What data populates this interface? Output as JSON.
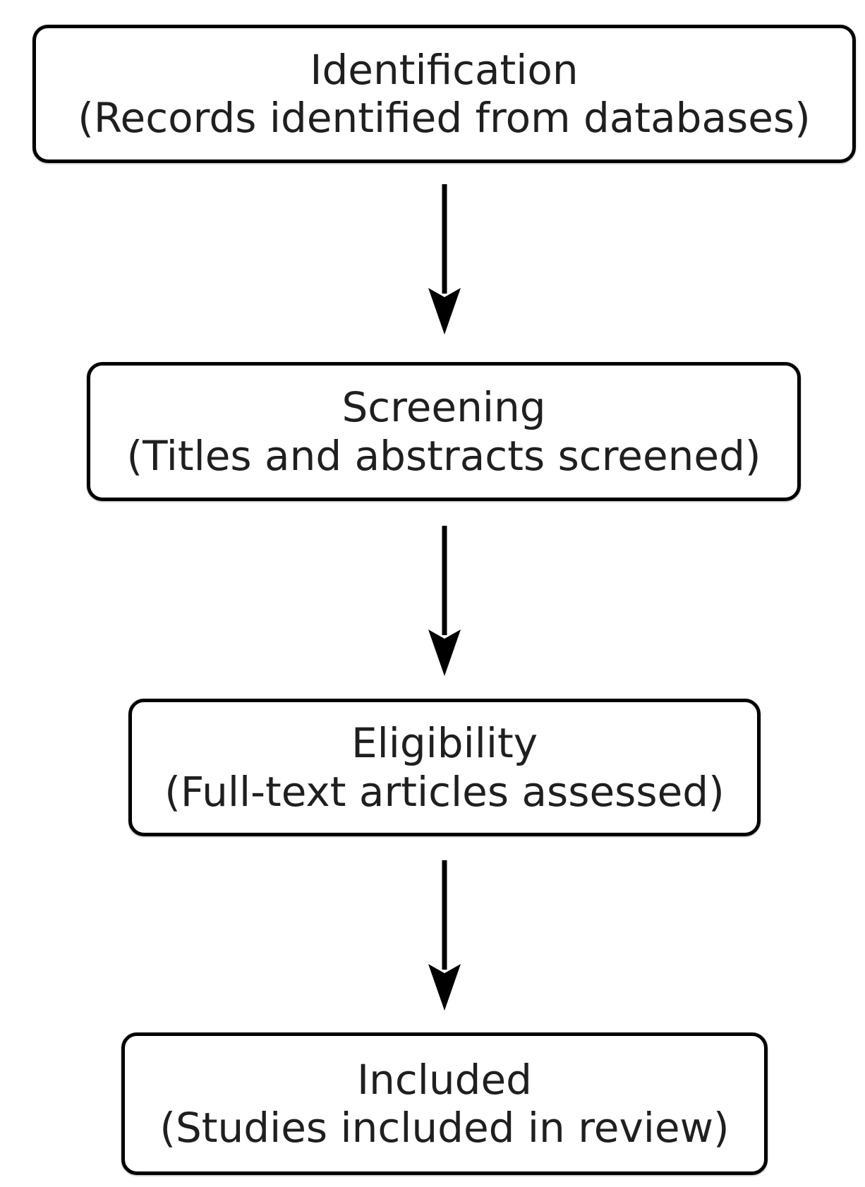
{
  "diagram": {
    "type": "flowchart",
    "direction": "top-down",
    "nodes": [
      {
        "id": "identification",
        "title": "Identification",
        "subtitle": "(Records identified from databases)"
      },
      {
        "id": "screening",
        "title": "Screening",
        "subtitle": "(Titles and abstracts screened)"
      },
      {
        "id": "eligibility",
        "title": "Eligibility",
        "subtitle": "(Full-text articles assessed)"
      },
      {
        "id": "included",
        "title": "Included",
        "subtitle": "(Studies included in review)"
      }
    ],
    "edges": [
      {
        "from": "identification",
        "to": "screening"
      },
      {
        "from": "screening",
        "to": "eligibility"
      },
      {
        "from": "eligibility",
        "to": "included"
      }
    ],
    "colors": {
      "background": "#ffffff",
      "box_fill": "#ffffff",
      "box_border": "#000000",
      "text": "#1f1f1f",
      "arrow": "#000000"
    }
  }
}
